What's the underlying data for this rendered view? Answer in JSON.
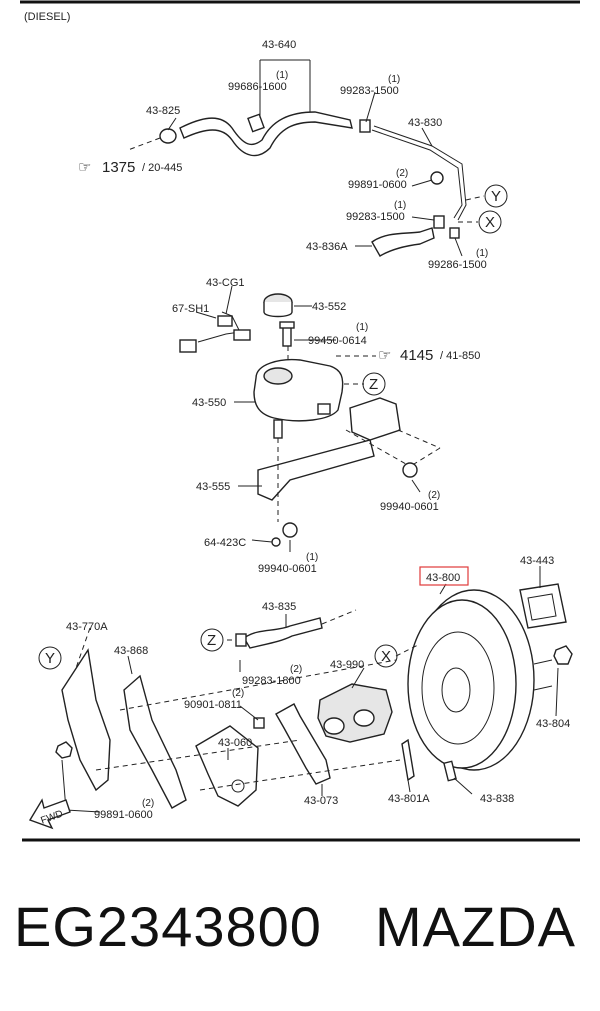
{
  "variant": "(DIESEL)",
  "circles": {
    "y": "Y",
    "x": "X",
    "z": "Z"
  },
  "qty": {
    "one": "(1)",
    "two": "(2)"
  },
  "labels": {
    "p43_640": "43-640",
    "p99686_1600": "99686-1600",
    "p99283_1500a": "99283-1500",
    "p43_825": "43-825",
    "p43_830": "43-830",
    "ref1375": "1375",
    "ref1375_page": "/ 20-445",
    "p99891_0600a": "99891-0600",
    "p99283_1500b": "99283-1500",
    "p43_836A": "43-836A",
    "p99286_1500": "99286-1500",
    "p43_CG1": "43-CG1",
    "p67_SH1": "67-SH1",
    "p43_552": "43-552",
    "p99450_0614": "99450-0614",
    "ref4145": "4145",
    "ref4145_page": "/ 41-850",
    "p43_550": "43-550",
    "p43_555": "43-555",
    "p99940_0601a": "99940-0601",
    "p64_423C": "64-423C",
    "p99940_0601b": "99940-0601",
    "p43_443": "43-443",
    "p43_800": "43-800",
    "p43_770A": "43-770A",
    "p43_835": "43-835",
    "p43_868": "43-868",
    "p43_990": "43-990",
    "p99283_1800": "99283-1800",
    "p90901_0811": "90901-0811",
    "p43_060": "43-060",
    "p43_804": "43-804",
    "p43_073": "43-073",
    "p43_801A": "43-801A",
    "p43_838": "43-838",
    "p99891_0600b": "99891-0600",
    "fwd": "FWD"
  },
  "highlight_color": "#e03a3a",
  "footer": {
    "part_number": "EG2343800",
    "brand": "MAZDA"
  }
}
